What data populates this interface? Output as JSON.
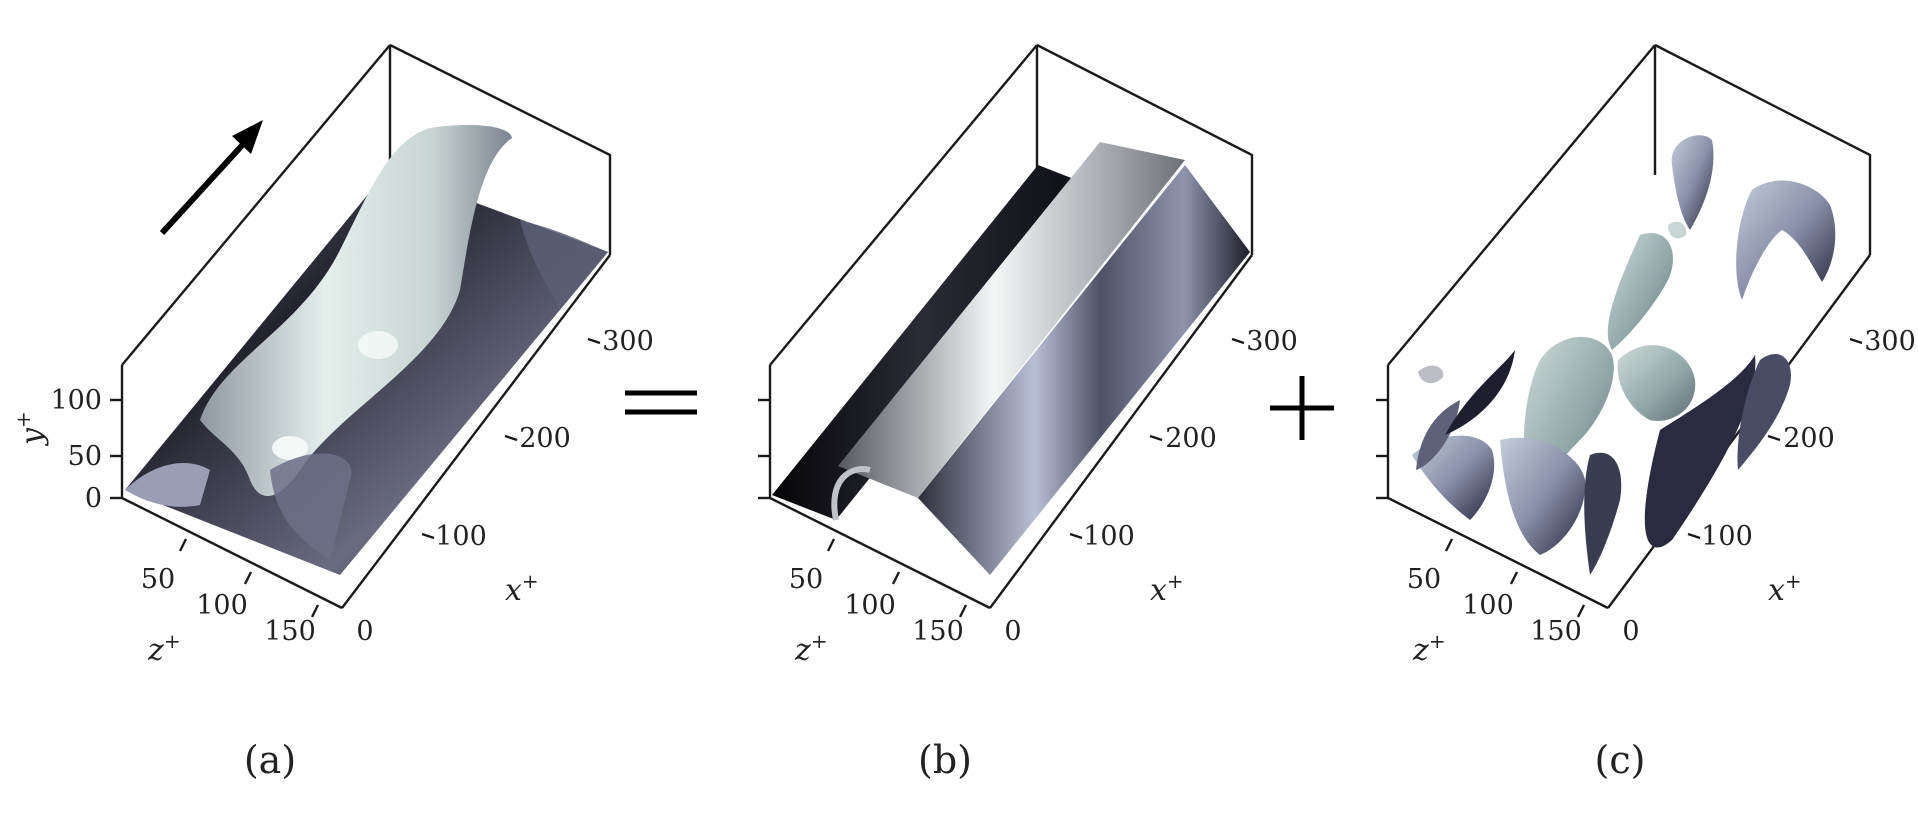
{
  "arrow": {
    "icon": "flow-direction-arrow-icon"
  },
  "operators": {
    "equals": "=",
    "plus": "+"
  },
  "axes": {
    "x_label": "x",
    "y_label": "y",
    "z_label": "z",
    "superscript": "+",
    "x_ticks": [
      "0",
      "100",
      "200",
      "300"
    ],
    "y_ticks": [
      "0",
      "50",
      "100"
    ],
    "z_ticks": [
      "50",
      "100",
      "150"
    ]
  },
  "panels": [
    {
      "caption": "(a)",
      "surface": "full-isosurface"
    },
    {
      "caption": "(b)",
      "surface": "streak-mean-isosurface"
    },
    {
      "caption": "(c)",
      "surface": "fluctuation-isosurfaces"
    }
  ],
  "colors": {
    "surface_light": "#dde8e6",
    "surface_mid": "#9a9cb0",
    "surface_dark": "#15151f",
    "edge": "#1a1a1a"
  }
}
